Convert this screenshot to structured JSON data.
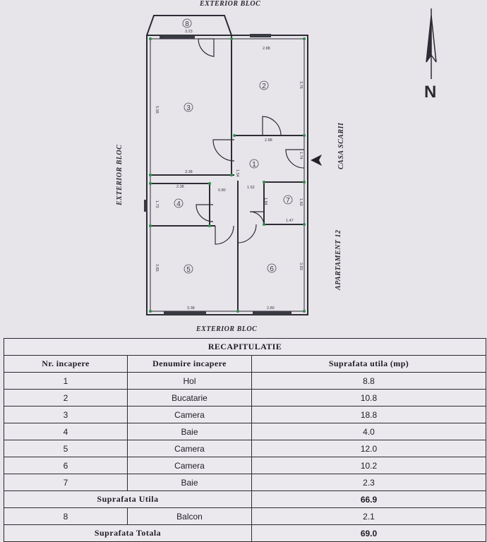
{
  "plan": {
    "exterior_top": "EXTERIOR BLOC",
    "exterior_bottom": "EXTERIOR BLOC",
    "exterior_left": "EXTERIOR BLOC",
    "stairs": "CASA SCARII",
    "apartment": "APARTAMENT 12",
    "north": "N",
    "room_numbers": [
      "1",
      "2",
      "3",
      "4",
      "5",
      "6",
      "7",
      "8"
    ],
    "dimensions": [
      "3.23",
      "2.88",
      "3.76",
      "5.56",
      "2.88",
      "3.38",
      "1.74",
      "2.38",
      "0.80",
      "1.52",
      "1.73",
      "1.54",
      "1.84",
      "1.60",
      "1.47",
      "3.85",
      "3.83",
      "3.38",
      "2.80"
    ]
  },
  "recap": {
    "title": "RECAPITULATIE",
    "headers": [
      "Nr. incapere",
      "Denumire incapere",
      "Suprafata utila (mp)"
    ],
    "rows": [
      {
        "nr": "1",
        "name": "Hol",
        "area": "8.8"
      },
      {
        "nr": "2",
        "name": "Bucatarie",
        "area": "10.8"
      },
      {
        "nr": "3",
        "name": "Camera",
        "area": "18.8"
      },
      {
        "nr": "4",
        "name": "Baie",
        "area": "4.0"
      },
      {
        "nr": "5",
        "name": "Camera",
        "area": "12.0"
      },
      {
        "nr": "6",
        "name": "Camera",
        "area": "10.2"
      },
      {
        "nr": "7",
        "name": "Baie",
        "area": "2.3"
      }
    ],
    "useful_label": "Suprafata Utila",
    "useful_value": "66.9",
    "balcony": {
      "nr": "8",
      "name": "Balcon",
      "area": "2.1"
    },
    "total_label": "Suprafata Totala",
    "total_value": "69.0"
  }
}
